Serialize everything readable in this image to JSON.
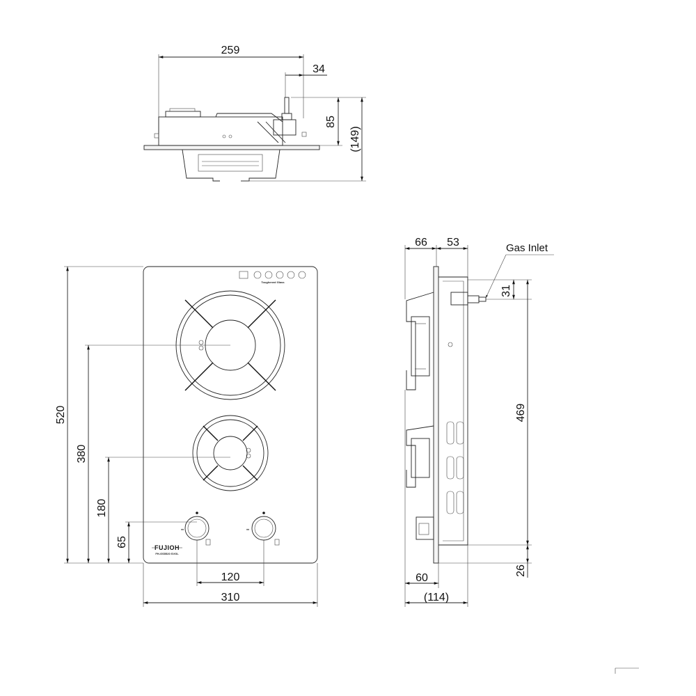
{
  "top_view": {
    "width_overall": "259",
    "inlet_offset": "34",
    "height_body": "85",
    "height_total": "(149)"
  },
  "front_view": {
    "height_total": "520",
    "burner1_height": "380",
    "burner2_height": "180",
    "knob_height": "65",
    "knob_spacing": "120",
    "width_total": "310",
    "brand": "FUJIOH",
    "model": "FH-GS5520 SVGL",
    "glass_label": "Toughened Glass"
  },
  "side_view": {
    "depth_front": "66",
    "depth_back": "53",
    "gas_inlet_label": "Gas Inlet",
    "inlet_height": "31",
    "height_469": "469",
    "bottom_26": "26",
    "bottom_60": "60",
    "depth_total": "(114)"
  }
}
